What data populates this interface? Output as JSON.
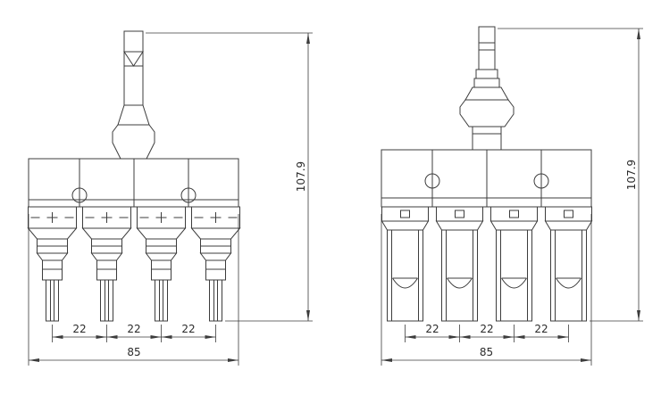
{
  "colors": {
    "line": "#3c3c3c",
    "background": "#ffffff"
  },
  "views": {
    "left": {
      "pitch_labels": [
        "22",
        "22",
        "22"
      ],
      "overall_width_label": "85",
      "height_label": "107.9"
    },
    "right": {
      "pitch_labels": [
        "22",
        "22",
        "22"
      ],
      "overall_width_label": "85",
      "height_label": "107.9"
    }
  }
}
